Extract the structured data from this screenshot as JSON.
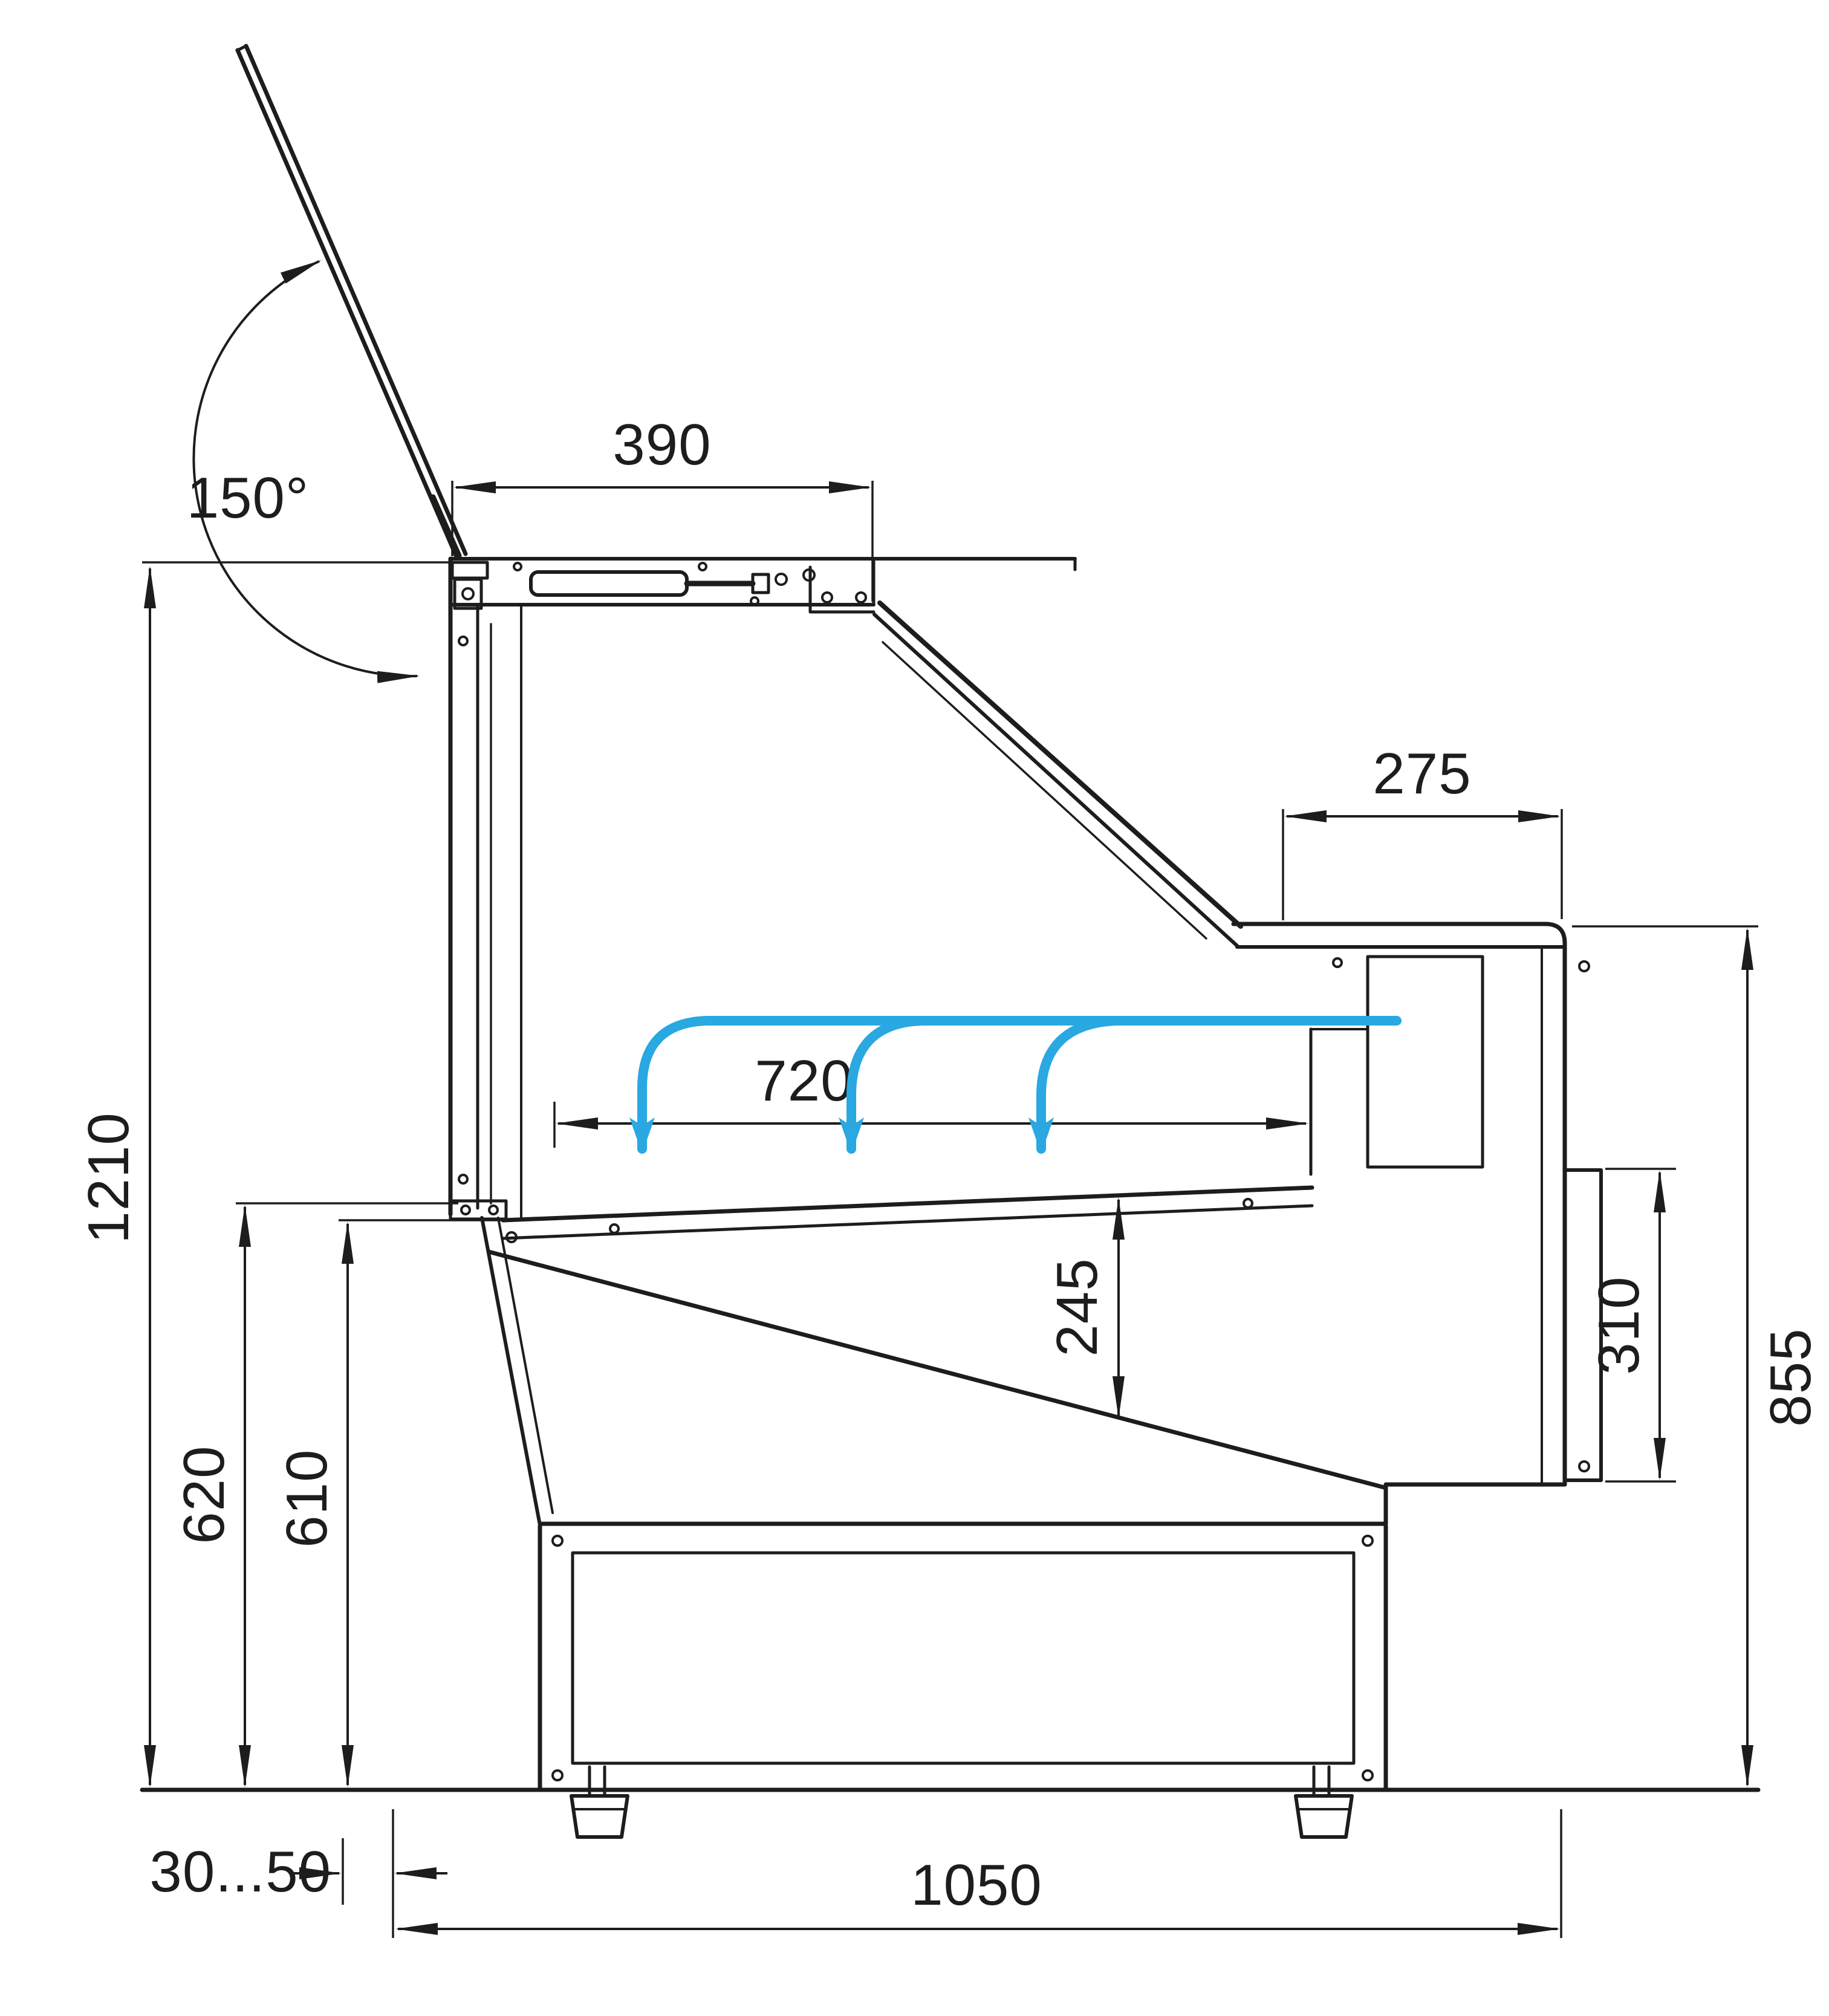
{
  "meta": {
    "subject": "Refrigerated serve-over display counter - side cross-section drawing with airflow and dimensions"
  },
  "colors": {
    "line": "#1d1d1b",
    "airflow": "#29a8e1",
    "background": "#ffffff"
  },
  "dimensions": {
    "lid_opening_angle": "150°",
    "lid_depth": "390",
    "rear_shelf_depth": "275",
    "display_depth": "720",
    "overall_height": "1210",
    "well_depth": "245",
    "rear_panel_height": "310",
    "rear_height": "855",
    "front_height_outer": "620",
    "front_height_inner": "610",
    "wall_clearance": "30...50",
    "base_depth": "1050"
  }
}
